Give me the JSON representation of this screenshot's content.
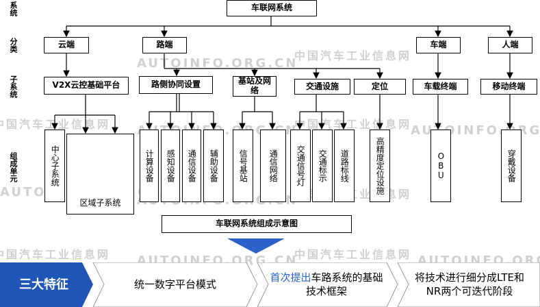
{
  "watermark": {
    "cn": "中国汽车工业信息网",
    "en": "AUTOINFO.ORG.CN"
  },
  "row_labels": {
    "system": "系统",
    "category": "分类",
    "subsystem": "子系统",
    "component": "组成单元"
  },
  "root": "车联网系统",
  "categories": {
    "cloud": "云端",
    "road": "路端",
    "vehicle": "车端",
    "human": "人端"
  },
  "subsystems": {
    "v2x": "V2X云控基础平台",
    "roadside": "路侧协同设置",
    "base_station": "基站及网络",
    "traffic": "交通设施",
    "positioning": "定位",
    "vehicle_terminal": "车载终端",
    "mobile_terminal": "移动终端"
  },
  "components": {
    "center": "中心子系统",
    "region": "区域子系统",
    "compute": "计算设备",
    "sensing": "感知设备",
    "comm": "通信设备",
    "aux": "辅助设备",
    "signal_bs": "信号基站",
    "comm_net": "通信网络",
    "traffic_light": "交通信号灯",
    "traffic_sign": "交通标示",
    "road_line": "道路标线",
    "hd_pos": "高精度定位设施",
    "obu": "OBU",
    "wearable": "穿戴设备"
  },
  "caption": "车联网系统组成示意图",
  "features": {
    "title": "三大特征",
    "f1": "统一数字平台模式",
    "f2_highlight": "首次提出",
    "f2_rest": "车路系统的基础技术框架",
    "f3": "将技术进行细分成LTE和NR两个可迭代阶段"
  },
  "colors": {
    "feature_blue": "#1f56b8",
    "arrow_blue": "#2a62c9",
    "highlight": "#2a62c9"
  }
}
